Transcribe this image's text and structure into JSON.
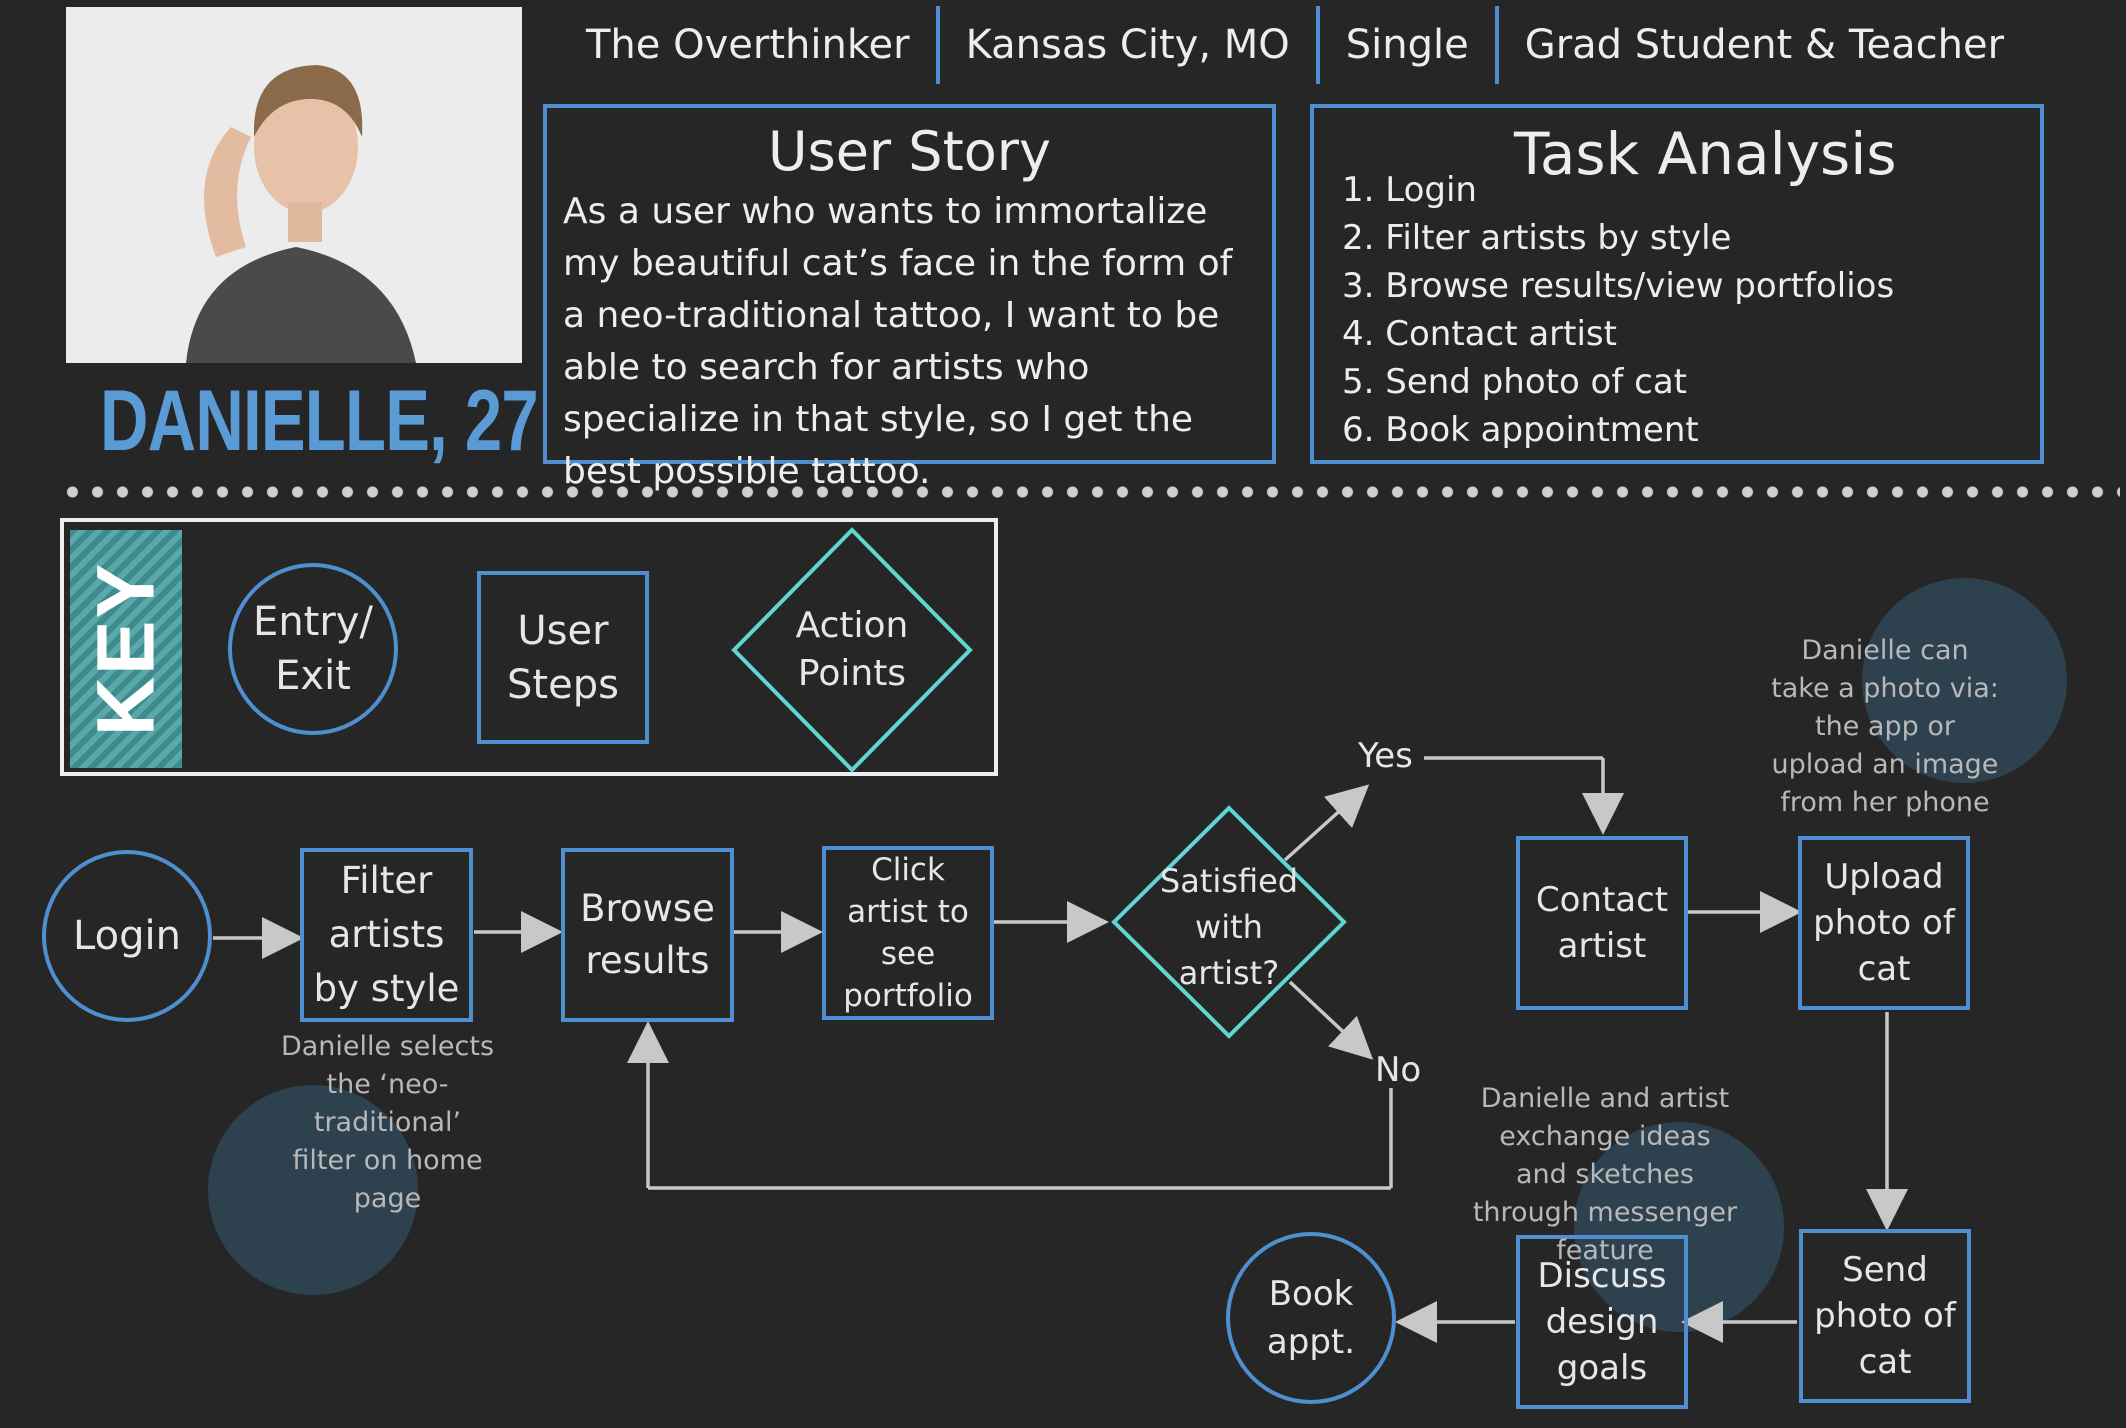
{
  "persona": {
    "name_age": "DANIELLE, 27",
    "attributes": [
      "The Overthinker",
      "Kansas City, MO",
      "Single",
      "Grad Student & Teacher"
    ]
  },
  "user_story": {
    "title": "User Story",
    "text": "As a user who wants to immortalize my beautiful cat’s face in the form of a neo-traditional tattoo, I want to be able to search for artists who specialize in that style, so I get the best possible tattoo."
  },
  "task_analysis": {
    "title": "Task Analysis",
    "items": [
      "1. Login",
      "2. Filter artists by style",
      "3. Browse results/view portfolios",
      "4. Contact artist",
      "5. Send photo of cat",
      "6. Book appointment"
    ]
  },
  "key": {
    "label": "KEY",
    "entry_exit": "Entry/ Exit",
    "user_steps": "User Steps",
    "action_points": "Action Points"
  },
  "flow": {
    "login": "Login",
    "filter": "Filter artists by style",
    "browse": "Browse results",
    "click_artist": "Click artist to see portfolio",
    "satisfied": "Satisfied with artist?",
    "yes": "Yes",
    "no": "No",
    "contact": "Contact artist",
    "upload": "Upload photo of cat",
    "send": "Send photo of cat",
    "discuss": "Discuss design goals",
    "book": "Book appt."
  },
  "notes": {
    "filter_note": "Danielle selects the ‘neo-traditional’ filter on home page",
    "photo_note": "Danielle can take a photo via: the app or upload an image from her phone",
    "discuss_note": "Danielle and artist exchange ideas and sketches through messenger feature"
  },
  "colors": {
    "background": "#262626",
    "blue": "#4f8fcf",
    "teal": "#5fd6d0",
    "name_blue": "#5b9bd5"
  }
}
